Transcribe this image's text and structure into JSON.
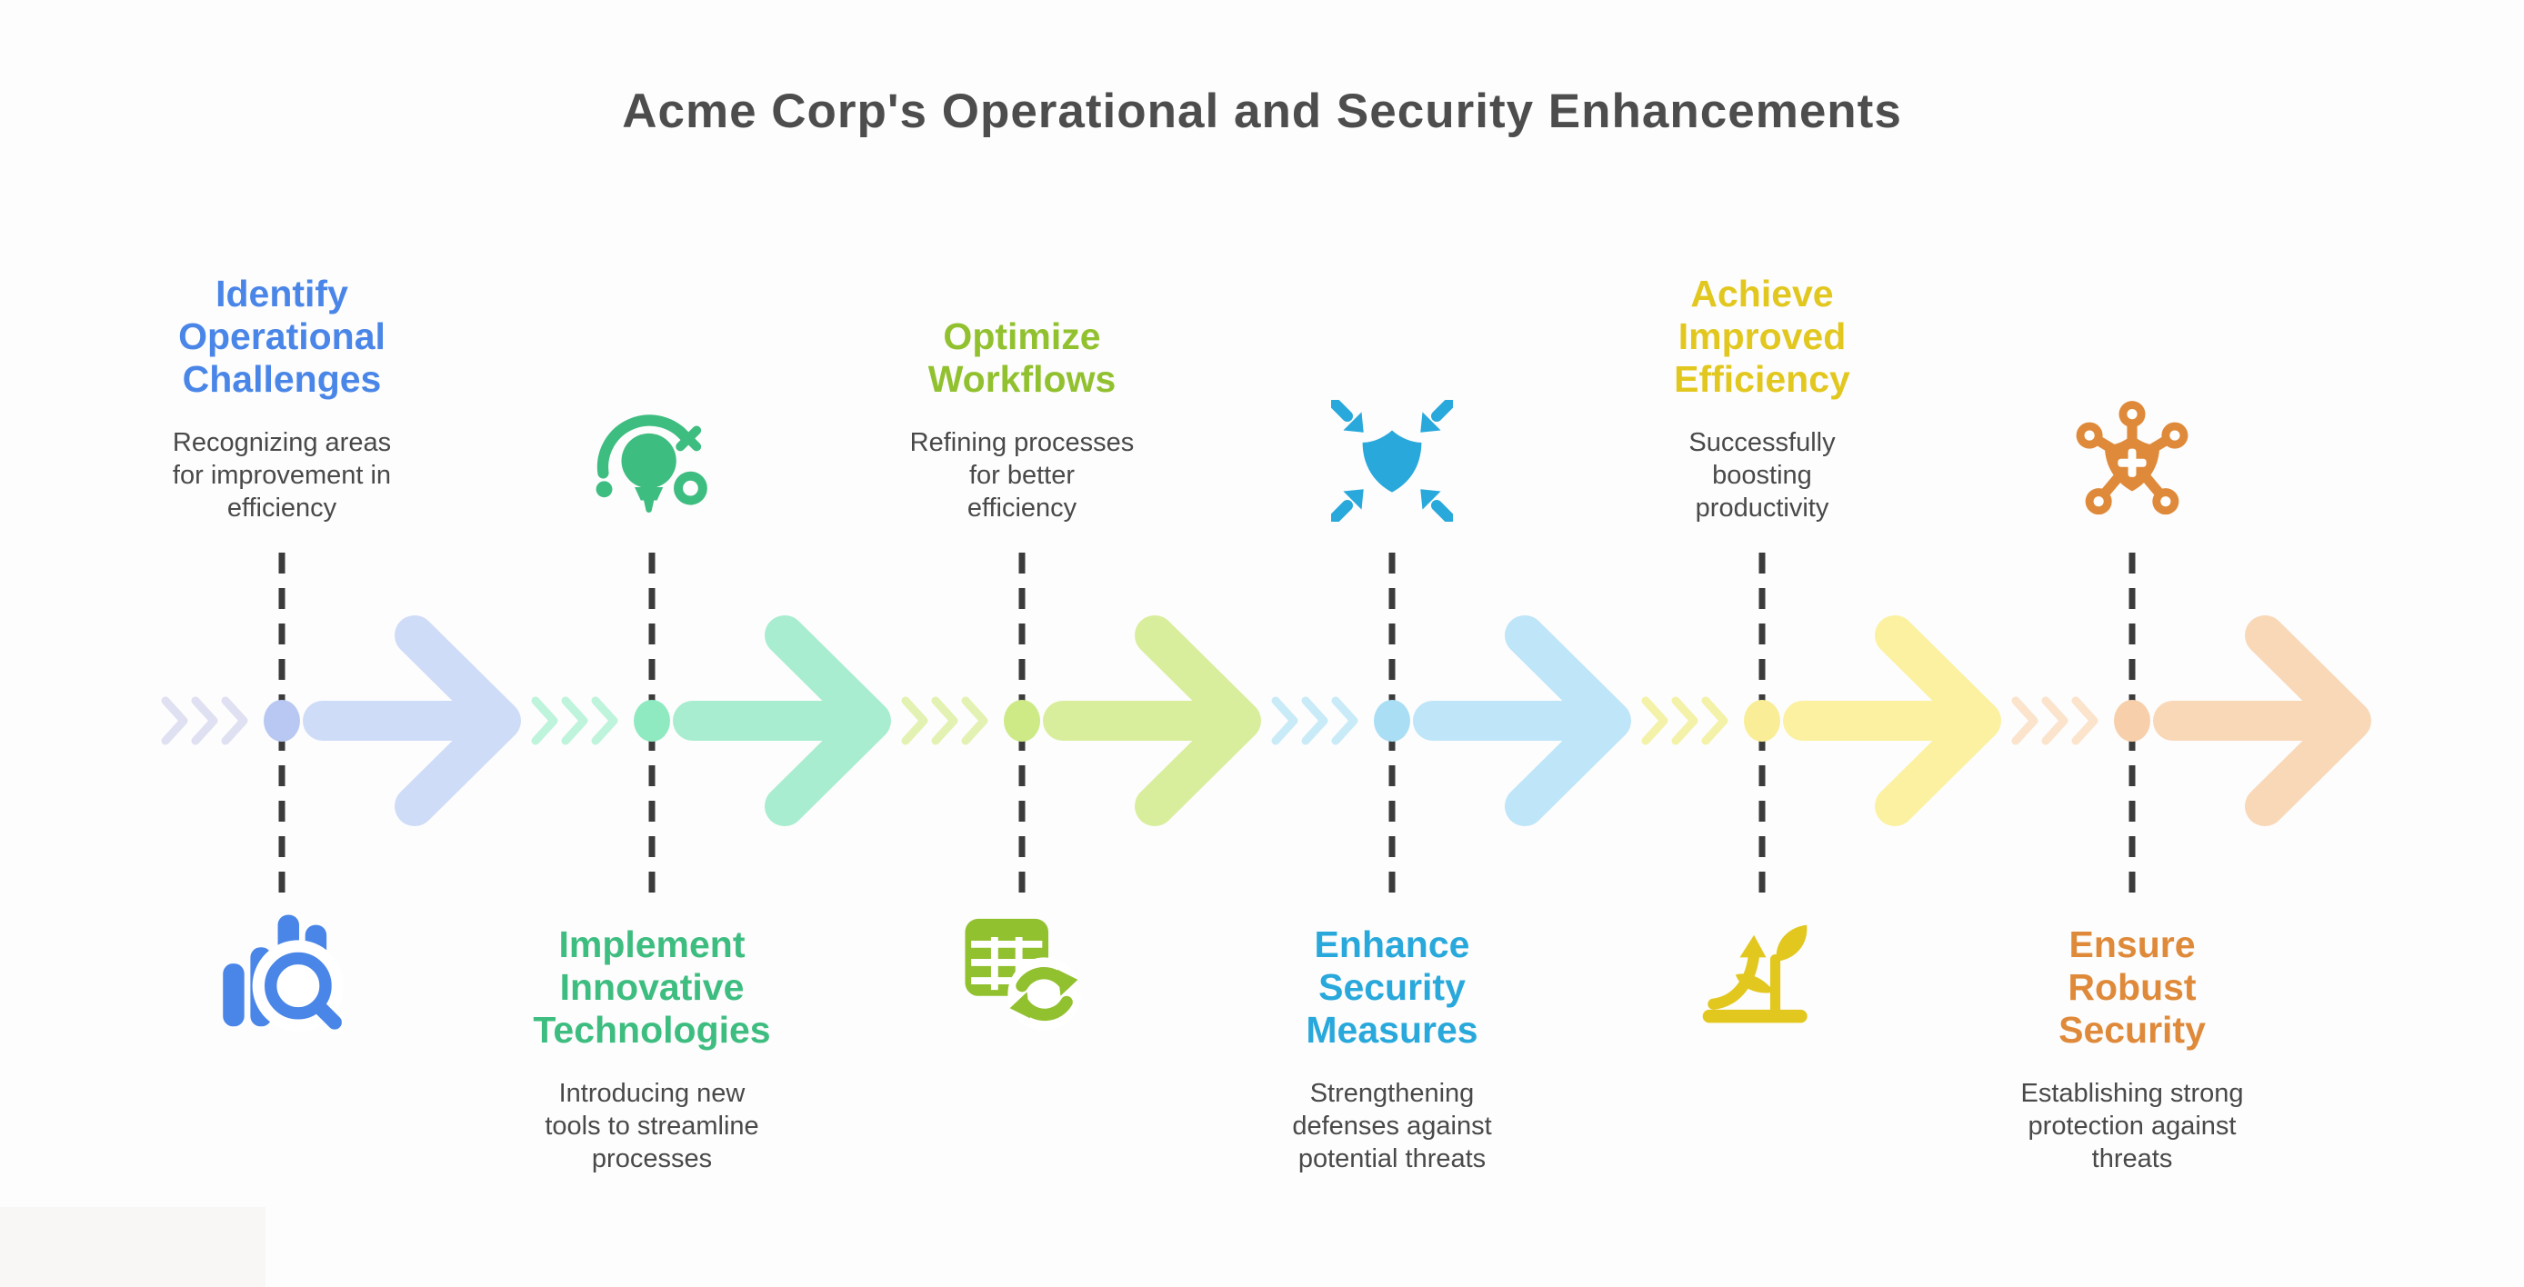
{
  "title": "Acme Corp's Operational and Security Enhancements",
  "colors": {
    "background": "#fdfdfd",
    "title_text": "#4d4d4d",
    "description_text": "#494949",
    "dashed_line": "#3b3b3b",
    "icon_knockout": "#ffffff"
  },
  "milestones": [
    {
      "heading": "Identify\nOperational\nChallenges",
      "description": "Recognizing areas\nfor improvement in\nefficiency",
      "side": "top",
      "icon": "chart-search",
      "accent": "#4a86e8",
      "arrow_color": "#cfdcf8",
      "dot_color": "#b9c8f2",
      "chevron_color": "#dfe0f1"
    },
    {
      "heading": "Implement\nInnovative\nTechnologies",
      "description": "Introducing new\ntools to streamline\nprocesses",
      "side": "bottom",
      "icon": "innovation-bulb",
      "accent": "#3ebd80",
      "arrow_color": "#a8edd0",
      "dot_color": "#90eac1",
      "chevron_color": "#bef3dc"
    },
    {
      "heading": "Optimize\nWorkflows",
      "description": "Refining processes\nfor better\nefficiency",
      "side": "top",
      "icon": "table-sync",
      "accent": "#92c130",
      "arrow_color": "#d9ee9c",
      "dot_color": "#cdea87",
      "chevron_color": "#e3f2b2"
    },
    {
      "heading": "Enhance\nSecurity\nMeasures",
      "description": "Strengthening\ndefenses against\npotential threats",
      "side": "bottom",
      "icon": "shield-focus",
      "accent": "#29a8db",
      "arrow_color": "#bee5f8",
      "dot_color": "#a9def4",
      "chevron_color": "#c9ebf8"
    },
    {
      "heading": "Achieve\nImproved\nEfficiency",
      "description": "Successfully\nboosting\nproductivity",
      "side": "top",
      "icon": "growth-sprout",
      "accent": "#e2c71f",
      "arrow_color": "#fbf1a1",
      "dot_color": "#f9ee97",
      "chevron_color": "#f3f2a8"
    },
    {
      "heading": "Ensure\nRobust\nSecurity",
      "description": "Establishing strong\nprotection against\nthreats",
      "side": "bottom",
      "icon": "network-shield",
      "accent": "#df8a3a",
      "arrow_color": "#f9d8b8",
      "dot_color": "#f7d0ab",
      "chevron_color": "#fbe3cc"
    }
  ]
}
